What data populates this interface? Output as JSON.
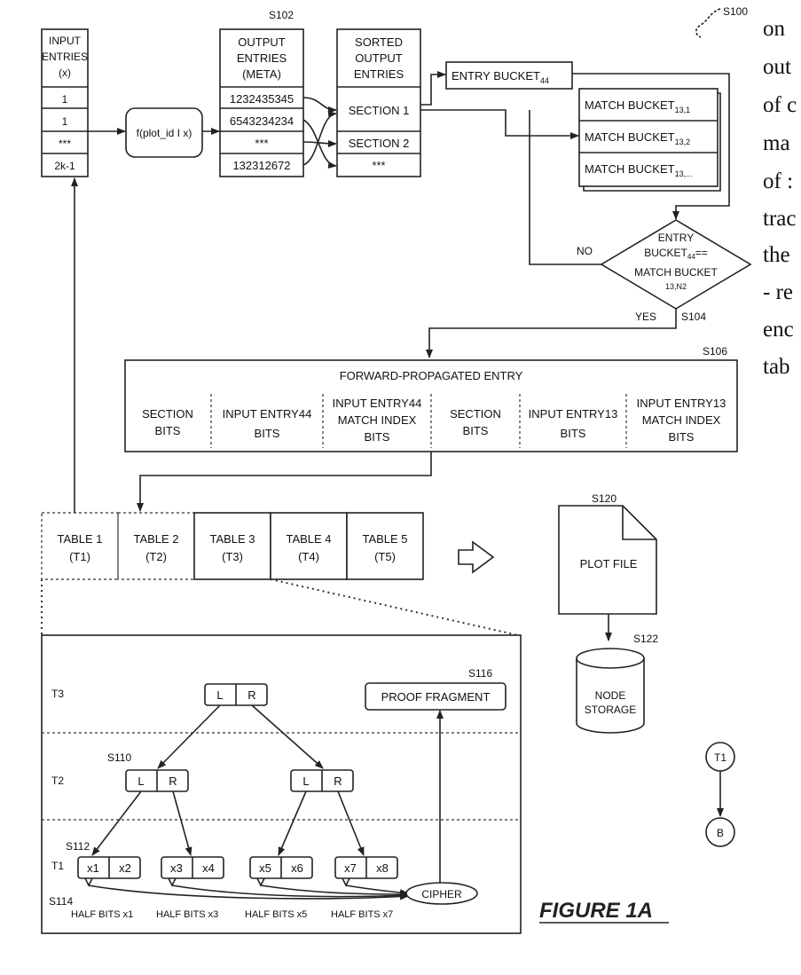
{
  "ref": {
    "s100": "S100",
    "s102": "S102",
    "s104": "S104",
    "s106": "S106",
    "s110": "S110",
    "s112": "S112",
    "s114": "S114",
    "s116": "S116",
    "s120": "S120",
    "s122": "S122"
  },
  "input_entries": {
    "header": [
      "INPUT",
      "ENTRIES",
      "(x)"
    ],
    "rows": [
      "1",
      "1",
      "***",
      "2k-1"
    ]
  },
  "function_box": "f(plot_id I x)",
  "output_entries": {
    "header": [
      "OUTPUT",
      "ENTRIES",
      "(META)"
    ],
    "rows": [
      "1232435345",
      "6543234234",
      "***",
      "132312672"
    ]
  },
  "sorted_entries": {
    "header": [
      "SORTED",
      "OUTPUT",
      "ENTRIES"
    ],
    "rows": [
      "SECTION 1",
      "SECTION 2",
      "***"
    ]
  },
  "entry_bucket": {
    "label": "ENTRY BUCKET",
    "sub": "44"
  },
  "match_buckets": [
    {
      "label": "MATCH BUCKET",
      "sub": "13,1"
    },
    {
      "label": "MATCH BUCKET",
      "sub": "13,2"
    },
    {
      "label": "MATCH BUCKET",
      "sub": "13,..."
    }
  ],
  "decision": {
    "line1": "ENTRY",
    "line2": "BUCKET",
    "line2_sub": "44",
    "line2_rest": "==",
    "line3": "MATCH BUCKET",
    "line4": "13,N2",
    "no": "NO",
    "yes": "YES"
  },
  "forward_entry": {
    "title": "FORWARD-PROPAGATED ENTRY",
    "cols": [
      {
        "l1": "SECTION",
        "l2": "BITS",
        "l3": ""
      },
      {
        "l1": "INPUT ENTRY44",
        "l2": "BITS",
        "l3": ""
      },
      {
        "l1": "INPUT ENTRY44",
        "l2": "MATCH INDEX",
        "l3": "BITS"
      },
      {
        "l1": "SECTION",
        "l2": "BITS",
        "l3": ""
      },
      {
        "l1": "INPUT ENTRY13",
        "l2": "BITS",
        "l3": ""
      },
      {
        "l1": "INPUT ENTRY13",
        "l2": "MATCH INDEX",
        "l3": "BITS"
      }
    ]
  },
  "tables": [
    {
      "name": "TABLE 1",
      "abbr": "(T1)"
    },
    {
      "name": "TABLE 2",
      "abbr": "(T2)"
    },
    {
      "name": "TABLE 3",
      "abbr": "(T3)"
    },
    {
      "name": "TABLE 4",
      "abbr": "(T4)"
    },
    {
      "name": "TABLE 5",
      "abbr": "(T5)"
    }
  ],
  "plot_file": "PLOT FILE",
  "node_storage": [
    "NODE",
    "STORAGE"
  ],
  "tree": {
    "levels": [
      "T3",
      "T2",
      "T1"
    ],
    "lr": [
      "L",
      "R"
    ],
    "leaves": [
      "x1",
      "x2",
      "x3",
      "x4",
      "x5",
      "x6",
      "x7",
      "x8"
    ],
    "proof_fragment": "PROOF FRAGMENT",
    "cipher": "CIPHER",
    "half_bits": [
      "HALF BITS x1",
      "HALF BITS x3",
      "HALF BITS x5",
      "HALF BITS x7"
    ]
  },
  "connectors": {
    "t1": "T1",
    "b": "B"
  },
  "figure_label": "FIGURE 1A",
  "side_text": [
    "on",
    "out",
    "of c",
    "ma",
    "of :",
    "trac",
    "the",
    "- re",
    "enc",
    "tab"
  ]
}
